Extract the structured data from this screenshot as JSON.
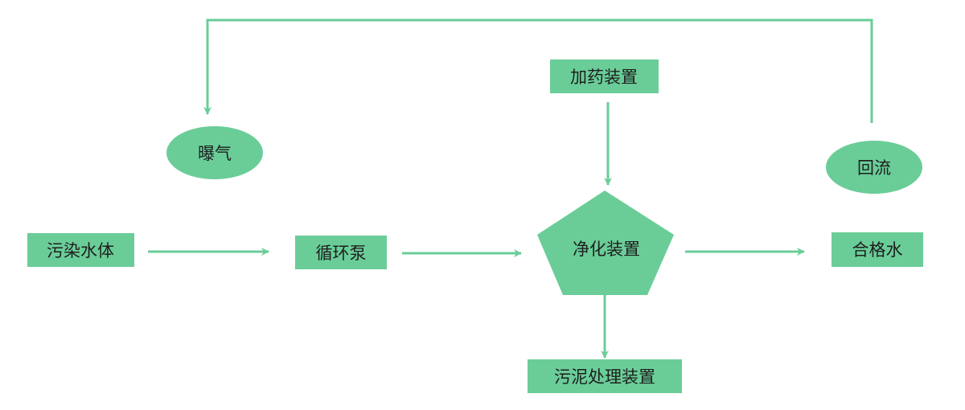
{
  "colors": {
    "node_fill": "#6acd98",
    "arrow": "#6acd98",
    "text": "#1e1e1e",
    "background": "#ffffff"
  },
  "nodes": {
    "polluted_water": "污染水体",
    "circulation_pump": "循环泵",
    "purification_device": "净化装置",
    "qualified_water": "合格水",
    "dosing_device": "加药装置",
    "sludge_device": "污泥处理装置",
    "aeration": "曝气",
    "reflux": "回流"
  }
}
